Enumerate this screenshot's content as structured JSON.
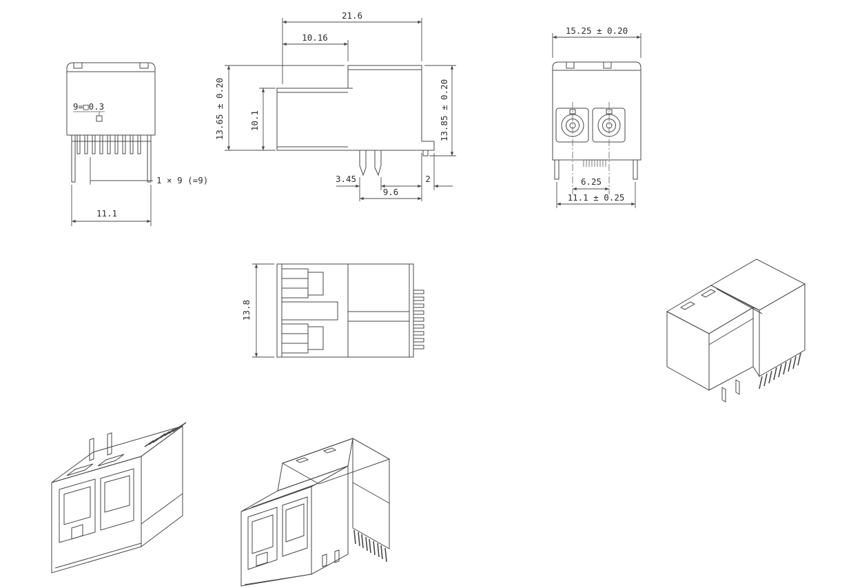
{
  "drawing": {
    "type": "engineering-drawing",
    "component": "dual-port modular jack connector",
    "background": "#ffffff",
    "line_color": "#454545",
    "views": {
      "side": {
        "name": "side-view",
        "dims": {
          "pin_square": "9=□0.3",
          "pin_array": "1 × 9 (=9)",
          "width": "11.1"
        }
      },
      "front": {
        "name": "front-section-view",
        "dims": {
          "overall_width": "21.6",
          "opening_width": "10.16",
          "overall_height": "13.65 ± 0.20",
          "opening_height": "10.1",
          "rear_height": "13.85 ± 0.20",
          "boss_width": "3.45",
          "tab_width": "2",
          "boss_offset": "9.6"
        }
      },
      "rear": {
        "name": "rear-view",
        "dims": {
          "overall_width": "15.25 ± 0.20",
          "port_pitch": "6.25",
          "leg_span": "11.1 ± 0.25"
        }
      },
      "top": {
        "name": "top-view",
        "dims": {
          "depth": "13.8"
        }
      },
      "iso_rear": {
        "name": "isometric-rear-view"
      },
      "iso_front_left": {
        "name": "isometric-front-view-left"
      },
      "iso_front_center": {
        "name": "isometric-front-view-center"
      }
    }
  }
}
